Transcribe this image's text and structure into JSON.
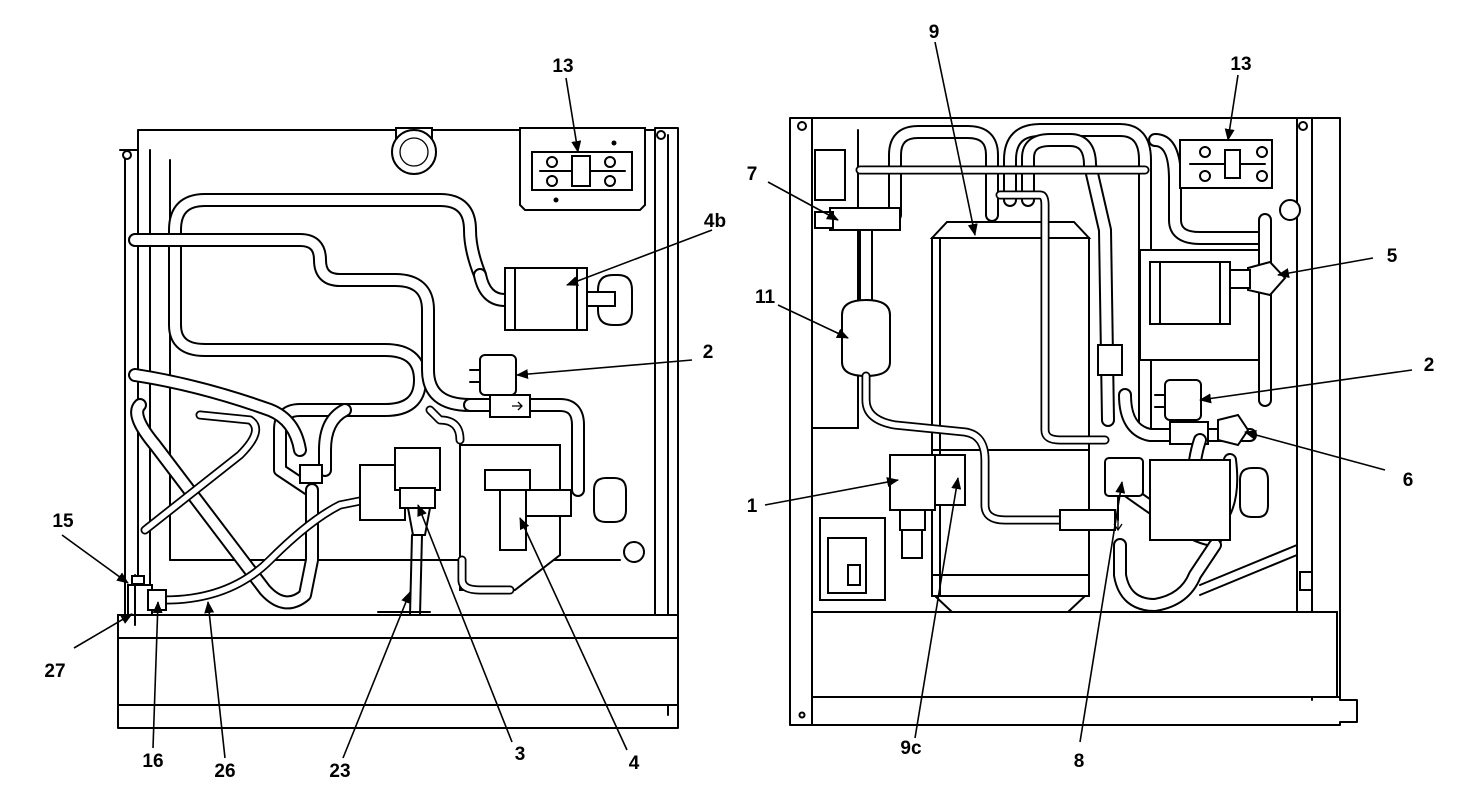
{
  "left_view": {
    "callouts": [
      {
        "id": "13",
        "label": "13"
      },
      {
        "id": "4b",
        "label": "4b"
      },
      {
        "id": "2",
        "label": "2"
      },
      {
        "id": "15",
        "label": "15"
      },
      {
        "id": "27",
        "label": "27"
      },
      {
        "id": "16",
        "label": "16"
      },
      {
        "id": "26",
        "label": "26"
      },
      {
        "id": "23",
        "label": "23"
      },
      {
        "id": "3",
        "label": "3"
      },
      {
        "id": "4",
        "label": "4"
      }
    ]
  },
  "right_view": {
    "callouts": [
      {
        "id": "9",
        "label": "9"
      },
      {
        "id": "13",
        "label": "13"
      },
      {
        "id": "7",
        "label": "7"
      },
      {
        "id": "5",
        "label": "5"
      },
      {
        "id": "11",
        "label": "11"
      },
      {
        "id": "2",
        "label": "2"
      },
      {
        "id": "6",
        "label": "6"
      },
      {
        "id": "1",
        "label": "1"
      },
      {
        "id": "9c",
        "label": "9c"
      },
      {
        "id": "8",
        "label": "8"
      }
    ]
  }
}
